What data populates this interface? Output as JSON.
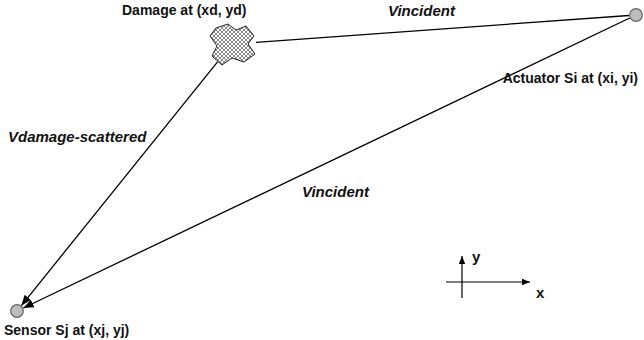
{
  "diagram": {
    "nodes": [
      {
        "text": [
          "Damage at (xd, yd)"
        ]
      },
      {
        "text": [
          "Actuator Si at (xi, yi)"
        ]
      },
      {
        "text": [
          "Sensor Sj at (xj, yj)"
        ]
      }
    ],
    "edges": [
      {
        "from": 1,
        "to": 0,
        "arrow": "none",
        "label": "Vincident"
      },
      {
        "from": 0,
        "to": 2,
        "arrow": "to",
        "label": "Vdamage-scattered"
      },
      {
        "from": 1,
        "to": 2,
        "arrow": "to",
        "label": "Vincident"
      }
    ],
    "labels": [
      "y",
      "x"
    ]
  }
}
